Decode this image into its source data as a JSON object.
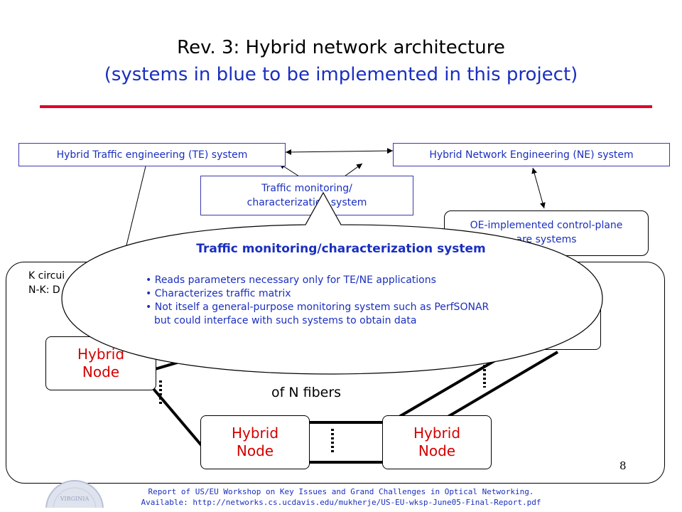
{
  "title": {
    "line1": "Rev. 3: Hybrid network architecture",
    "line2": "(systems in blue to be implemented in this project)"
  },
  "systems": {
    "te": "Hybrid Traffic engineering (TE) system",
    "ne": "Hybrid Network Engineering  (NE) system",
    "monitor_line1": "Traffic monitoring/",
    "monitor_line2": "characterization system",
    "control_line1": "OE-implemented control-plane",
    "control_line2": "are systems"
  },
  "network": {
    "k_line1": "K circui",
    "k_line2": "N-K: D",
    "fibers": "of N fibers",
    "node_line1": "Hybrid",
    "node_line2": "Node",
    "node_partial_line1": "Hybrid",
    "node_partial_line2": "Node"
  },
  "callout": {
    "title": "Traffic monitoring/characterization system",
    "bullets": [
      "Reads parameters necessary only for TE/NE applications",
      "Characterizes traffic matrix",
      "Not itself a general-purpose monitoring system such as PerfSONAR",
      "but could interface with such systems to obtain data"
    ]
  },
  "page_number": "8",
  "footer": {
    "line1": "Report of US/EU Workshop on Key Issues and Grand Challenges in Optical Networking.",
    "line2": "Available: http://networks.cs.ucdavis.edu/mukherje/US-EU-wksp-June05-Final-Report.pdf"
  },
  "colors": {
    "blue": "#1a2fbf",
    "red_rule": "#e0002a",
    "node_text": "#d40000"
  }
}
